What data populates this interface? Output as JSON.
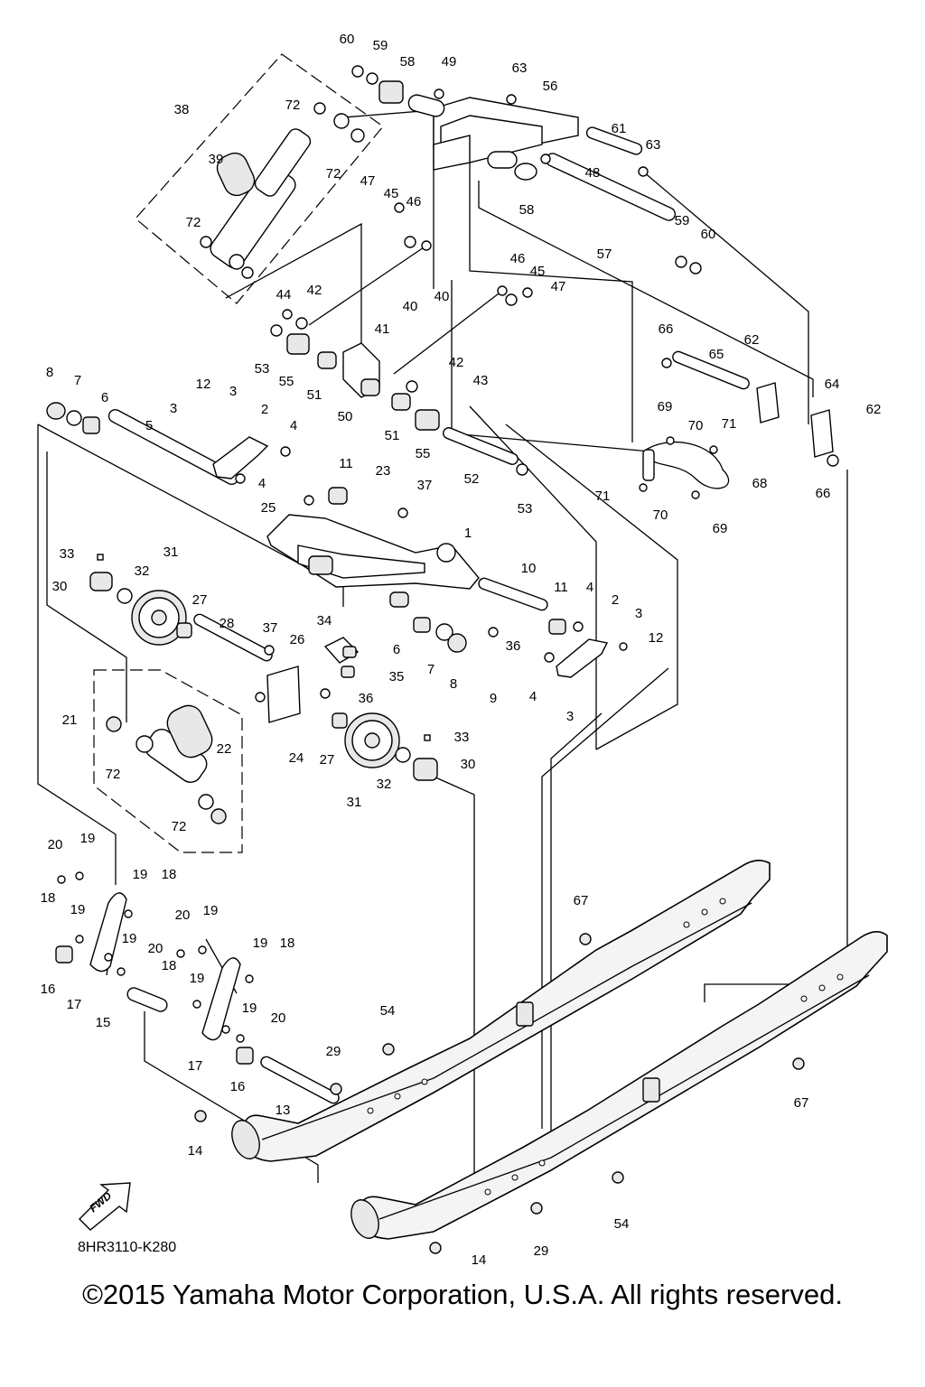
{
  "diagram": {
    "code": "8HR3110-K280",
    "fwd_label": "FWD",
    "copyright": "©2015 Yamaha Motor Corporation, U.S.A. All rights reserved.",
    "labels": {
      "l60a": "60",
      "l59a": "59",
      "l58a": "58",
      "l49": "49",
      "l63a": "63",
      "l56": "56",
      "l38": "38",
      "l72a": "72",
      "l39": "39",
      "l72b": "72",
      "l72c": "72",
      "l61": "61",
      "l63b": "63",
      "l48": "48",
      "l58b": "58",
      "l57": "57",
      "l59b": "59",
      "l60b": "60",
      "l47a": "47",
      "l45a": "45",
      "l46a": "46",
      "l40a": "40",
      "l40b": "40",
      "l44": "44",
      "l42a": "42",
      "l46b": "46",
      "l45b": "45",
      "l47b": "47",
      "l53a": "53",
      "l55a": "55",
      "l41": "41",
      "l51a": "51",
      "l50": "50",
      "l42b": "42",
      "l43": "43",
      "l51b": "51",
      "l55b": "55",
      "l52": "52",
      "l53b": "53",
      "l66a": "66",
      "l65": "65",
      "l62a": "62",
      "l64": "64",
      "l62b": "62",
      "l66b": "66",
      "l69a": "69",
      "l70a": "70",
      "l71a": "71",
      "l68": "68",
      "l71b": "71",
      "l70b": "70",
      "l69b": "69",
      "l8a": "8",
      "l7a": "7",
      "l6a": "6",
      "l5": "5",
      "l3a": "3",
      "l12a": "12",
      "l3b": "3",
      "l2a": "2",
      "l4a": "4",
      "l4b": "4",
      "l11a": "11",
      "l23": "23",
      "l37a": "37",
      "l25": "25",
      "l1": "1",
      "l10": "10",
      "l11b": "11",
      "l4c": "4",
      "l2b": "2",
      "l3c": "3",
      "l12b": "12",
      "l33a": "33",
      "l31a": "31",
      "l30a": "30",
      "l32a": "32",
      "l27a": "27",
      "l28": "28",
      "l37b": "37",
      "l26": "26",
      "l34": "34",
      "l6b": "6",
      "l35": "35",
      "l36a": "36",
      "l36b": "36",
      "l7b": "7",
      "l8b": "8",
      "l9": "9",
      "l4d": "4",
      "l3d": "3",
      "l21": "21",
      "l22": "22",
      "l72d": "72",
      "l72e": "72",
      "l24": "24",
      "l27b": "27",
      "l33b": "33",
      "l30b": "30",
      "l32b": "32",
      "l31b": "31",
      "l20a": "20",
      "l19a": "19",
      "l19b": "19",
      "l18a": "18",
      "l18b": "18",
      "l19c": "19",
      "l19d": "19",
      "l20b": "20",
      "l16a": "16",
      "l17a": "17",
      "l20c": "20",
      "l19e": "19",
      "l19f": "19",
      "l18c": "18",
      "l18d": "18",
      "l19g": "19",
      "l19h": "19",
      "l20d": "20",
      "l15": "15",
      "l17b": "17",
      "l16b": "16",
      "l13": "13",
      "l29a": "29",
      "l54a": "54",
      "l14a": "14",
      "l67a": "67",
      "l67b": "67",
      "l54b": "54",
      "l29b": "29",
      "l14b": "14"
    }
  }
}
